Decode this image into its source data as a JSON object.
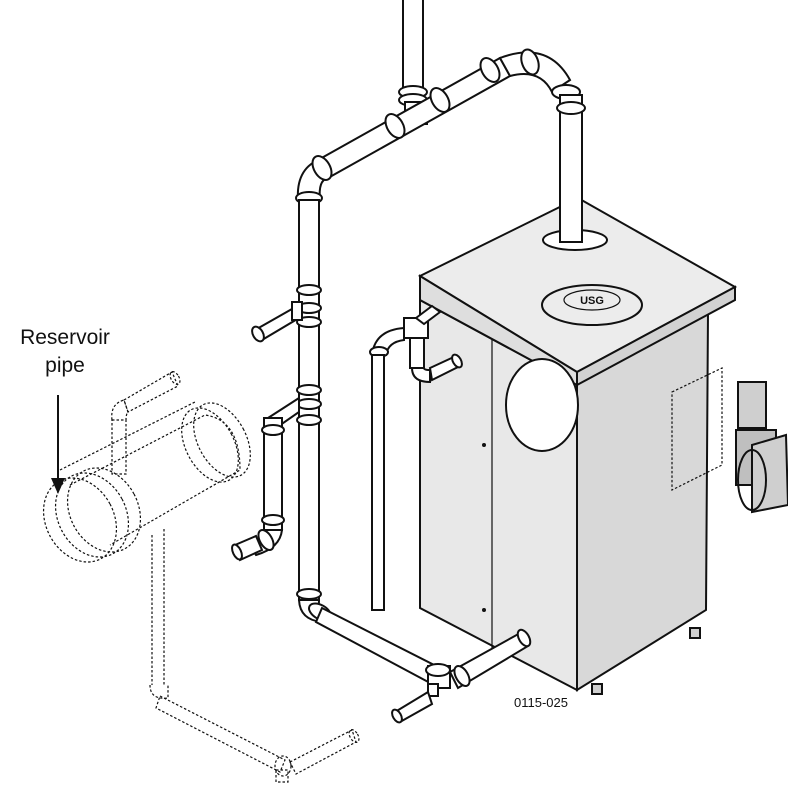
{
  "diagram": {
    "label_line1": "Reservoir",
    "label_line2": "pipe",
    "figure_number": "0115-025",
    "logo_text": "USG",
    "colors": {
      "stroke": "#111111",
      "boiler_fill": "#e6e6e6",
      "boiler_shade": "#d6d6d6",
      "pipe_fill": "#ffffff",
      "burner_fill": "#cfcfcf"
    }
  }
}
